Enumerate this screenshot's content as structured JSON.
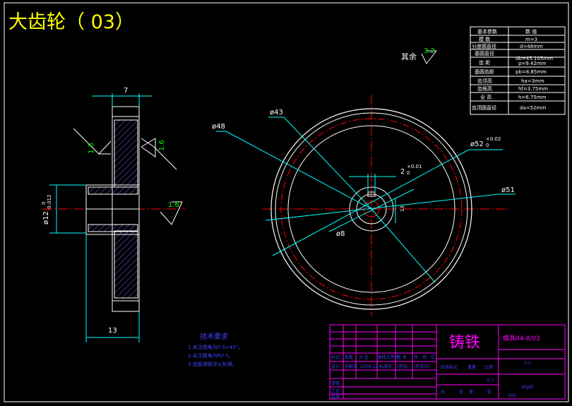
{
  "title": "大齿轮（ 03）",
  "roughness": {
    "rest_label": "其余",
    "rest_value": "3.2",
    "face_left": "1.6",
    "face_right": "1.6",
    "bore": "1.6"
  },
  "side_view": {
    "width_dim": "7",
    "length_dim": "13",
    "bore_dim_main": "ø12",
    "bore_dim_tol": "-0.012",
    "bore_dim_tol_up": "0"
  },
  "front_view": {
    "dims": {
      "d48": "ø48",
      "d43": "ø43",
      "d52_main": "ø52",
      "d52_tol_up": "+0.02",
      "d52_tol_low": "0",
      "d51": "ø51",
      "keyway_main": "2",
      "keyway_tol_up": "+0.01",
      "keyway_tol_low": "0",
      "d8": "ø8",
      "v13": "13"
    }
  },
  "param_table": {
    "header": [
      "基本参数",
      "数 值"
    ],
    "rows": [
      [
        "模 数",
        "m=3"
      ],
      [
        "分度圆直径",
        "d=48mm"
      ],
      [
        "基圆直径",
        "db=45.105mm"
      ],
      [
        "齿 距",
        "p=9.42mm"
      ],
      [
        "基圆齿距",
        "pb=8.85mm"
      ],
      [
        "齿顶高",
        "ha=3mm"
      ],
      [
        "齿根高",
        "hf=3.75mm"
      ],
      [
        "全 高",
        "h=6.75mm"
      ],
      [
        "齿顶圆直径",
        "da=52mm"
      ]
    ]
  },
  "tech_notes": {
    "heading": "技术要求",
    "items": [
      "1.未注倒角为0.5×45°。",
      "2.未注圆角为R0.5。",
      "3.齿面渗碳淬火处理。"
    ]
  },
  "title_block": {
    "material": "铸铁",
    "drawing_no": "模具04-8/03",
    "scale": "1:1",
    "maker": "HXJ",
    "school": "SHJ40",
    "page": "0.1",
    "row1": [
      "标记",
      "处数",
      "分 区",
      "更改文件号",
      "签 名",
      "年、月、日"
    ],
    "row2": [
      "设计",
      "何献杰",
      "2008.12",
      "标准化",
      "(签名)",
      "(年月日)"
    ],
    "row3": [
      "审核"
    ],
    "row4": [
      "工艺",
      "批准"
    ],
    "cells": [
      "阶段标记",
      "重量",
      "比例"
    ],
    "footer": [
      "共",
      "张",
      "第",
      "张"
    ]
  }
}
